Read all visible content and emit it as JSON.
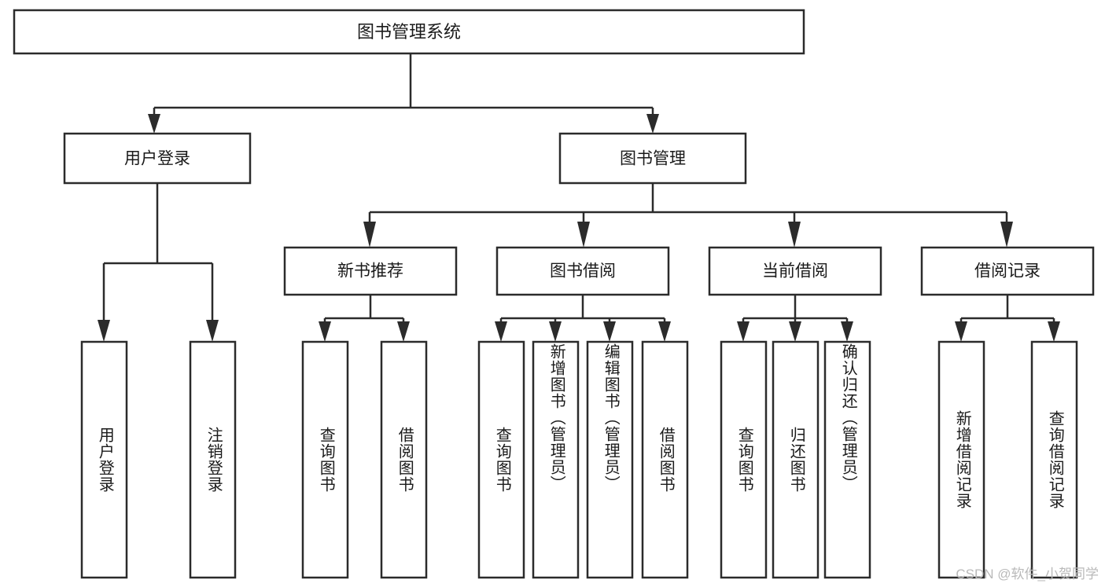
{
  "diagram": {
    "title": "图书管理系统",
    "type": "tree-hierarchy-chart",
    "root": {
      "id": "root",
      "label": "图书管理系统"
    },
    "level2": [
      {
        "id": "user-login",
        "label": "用户登录"
      },
      {
        "id": "book-management",
        "label": "图书管理"
      }
    ],
    "level3": [
      {
        "id": "new-book-recommend",
        "label": "新书推荐",
        "parent": "book-management"
      },
      {
        "id": "book-borrow",
        "label": "图书借阅",
        "parent": "book-management"
      },
      {
        "id": "current-borrow",
        "label": "当前借阅",
        "parent": "book-management"
      },
      {
        "id": "borrow-record",
        "label": "借阅记录",
        "parent": "book-management"
      }
    ],
    "leaves": {
      "user-login": [
        {
          "id": "leaf-user-login",
          "label": "用户登录"
        },
        {
          "id": "leaf-logout",
          "label": "注销登录"
        }
      ],
      "new-book-recommend": [
        {
          "id": "leaf-query-book-1",
          "label": "查询图书"
        },
        {
          "id": "leaf-borrow-book-1",
          "label": "借阅图书"
        }
      ],
      "book-borrow": [
        {
          "id": "leaf-query-book-2",
          "label": "查询图书"
        },
        {
          "id": "leaf-add-book",
          "label": "新增图书（管理员）"
        },
        {
          "id": "leaf-edit-book",
          "label": "编辑图书（管理员）"
        },
        {
          "id": "leaf-borrow-book-2",
          "label": "借阅图书"
        }
      ],
      "current-borrow": [
        {
          "id": "leaf-query-book-3",
          "label": "查询图书"
        },
        {
          "id": "leaf-return-book",
          "label": "归还图书"
        },
        {
          "id": "leaf-confirm-return",
          "label": "确认归还（管理员）"
        }
      ],
      "borrow-record": [
        {
          "id": "leaf-add-record",
          "label": "新增借阅记录"
        },
        {
          "id": "leaf-query-record",
          "label": "查询借阅记录"
        }
      ]
    }
  },
  "watermark": {
    "text": "CSDN @软件_小贺同学"
  },
  "colors": {
    "stroke": "#2b2b2b",
    "box_fill": "#ffffff",
    "text": "#1a1a1a",
    "background": "#ffffff",
    "watermark": "#b9b9b9"
  }
}
